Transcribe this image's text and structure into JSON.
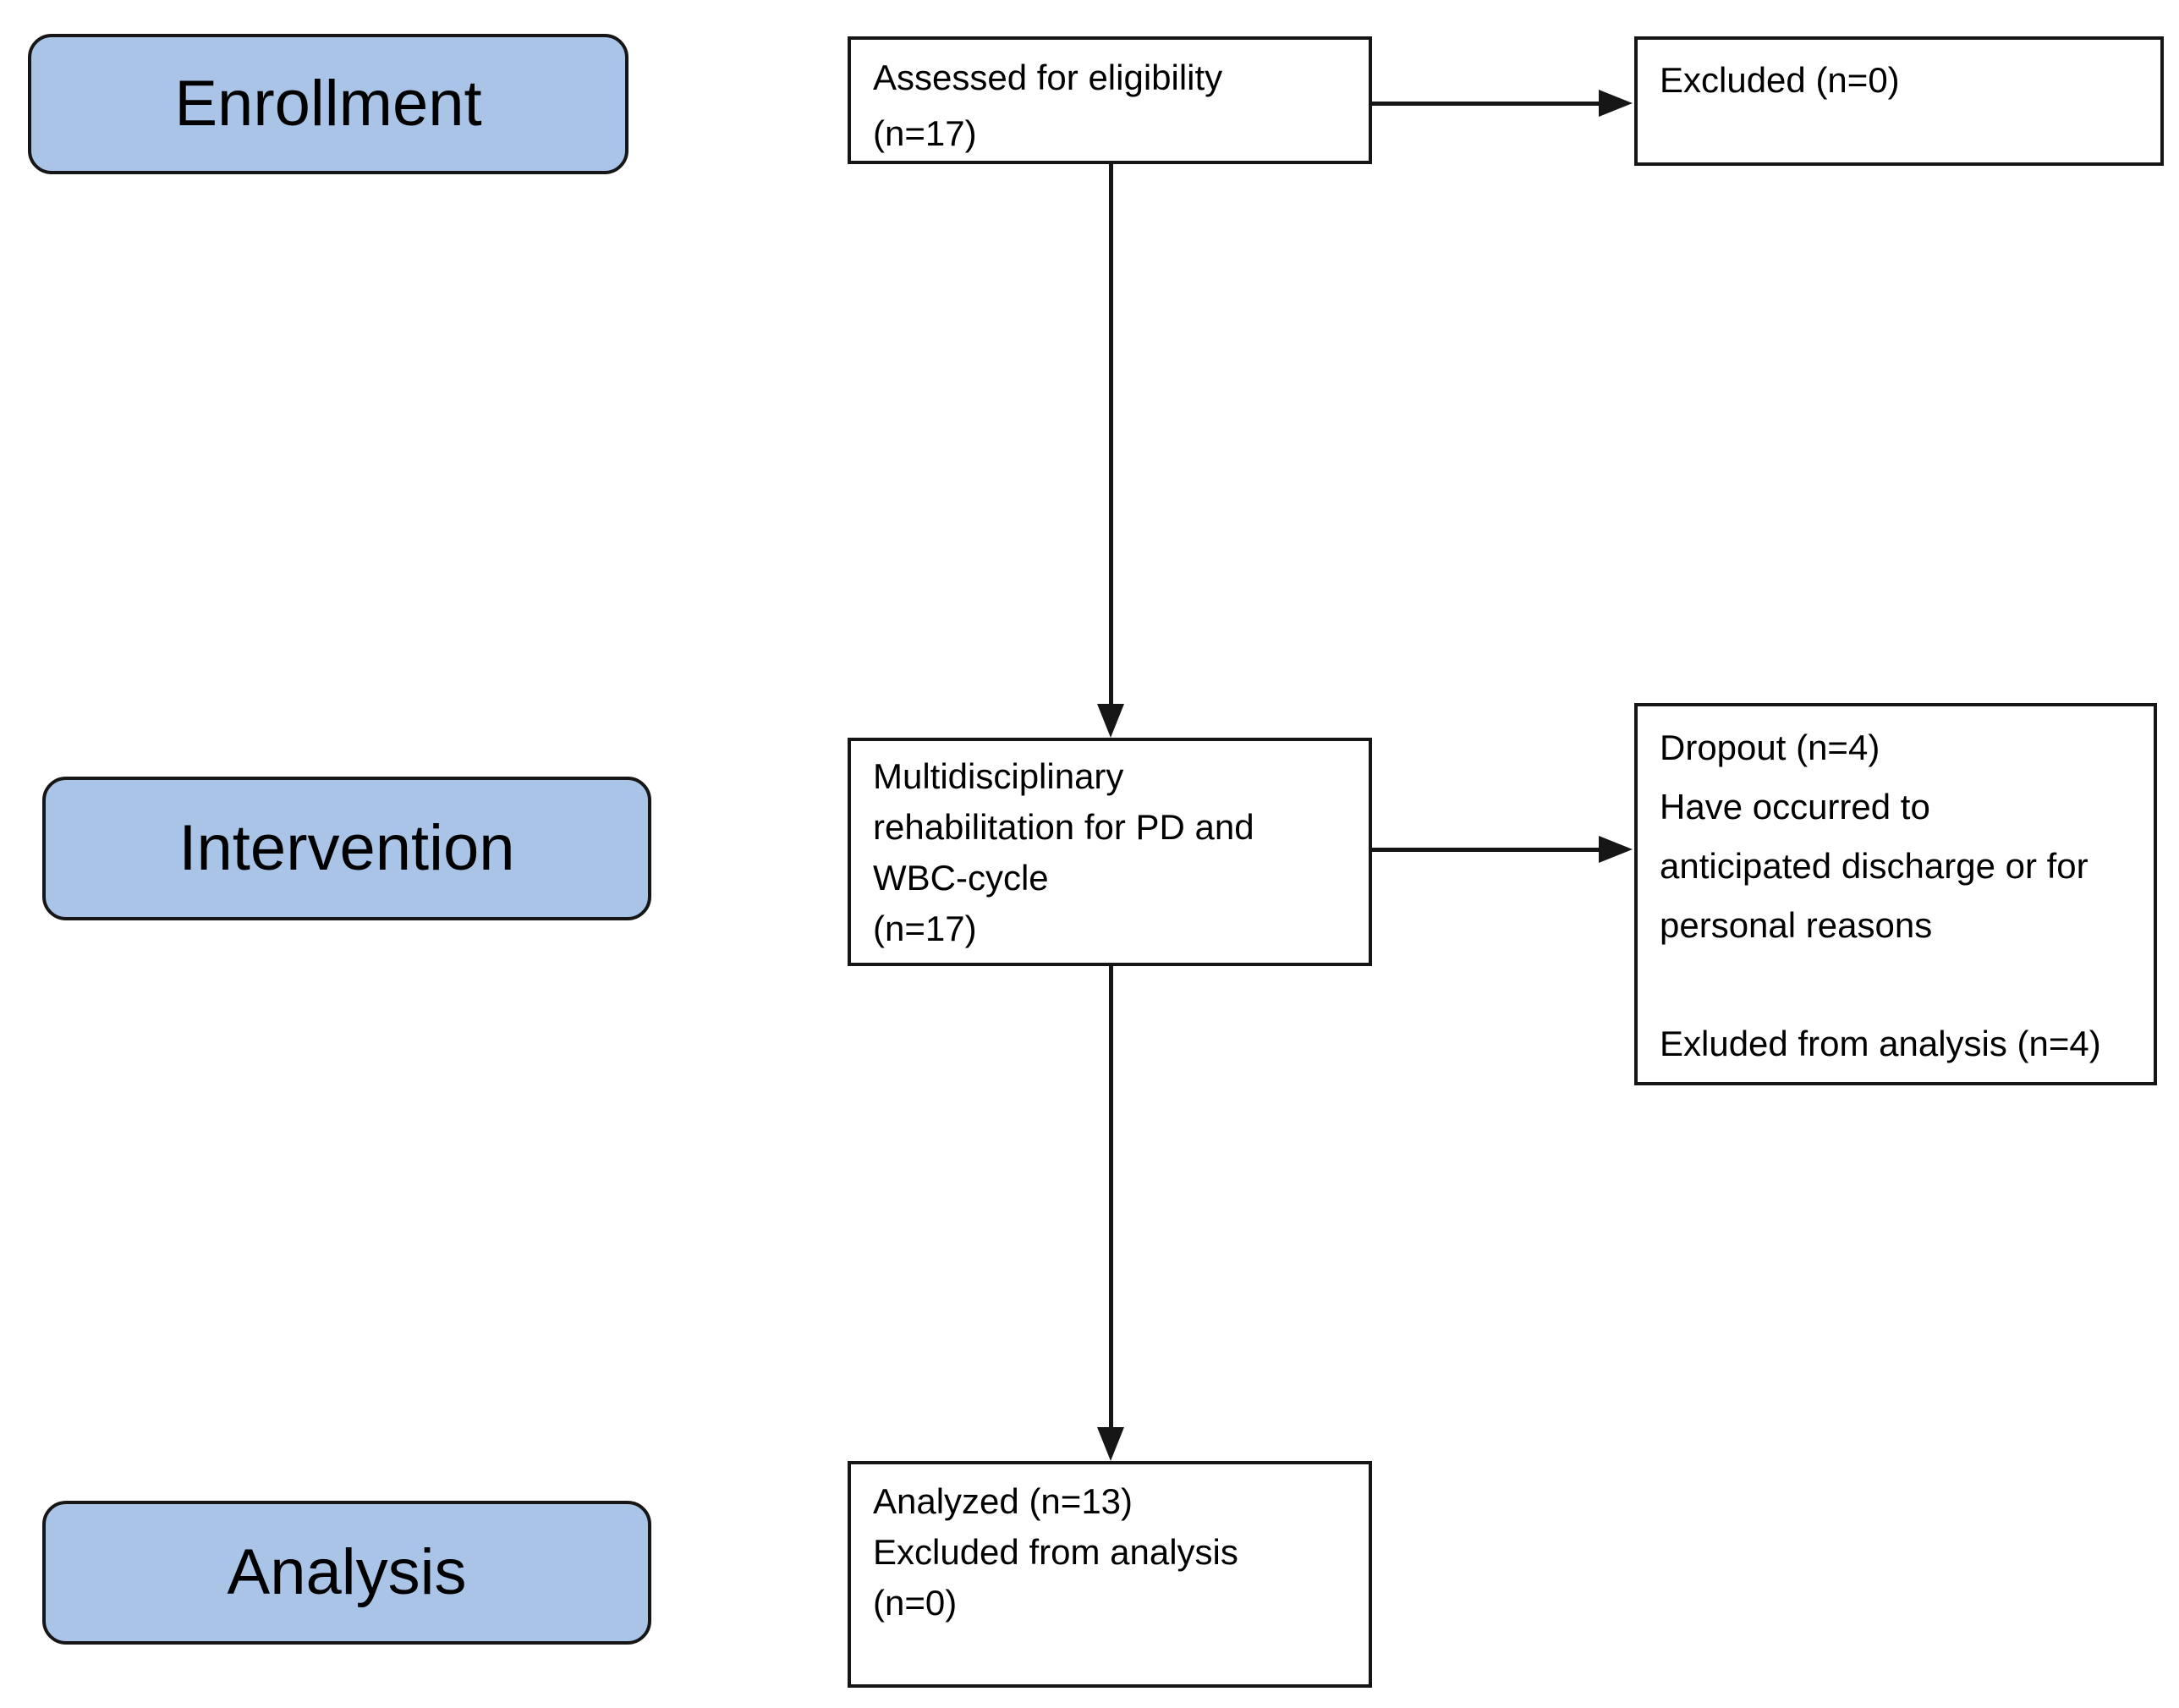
{
  "stages": [
    {
      "label": "Enrollment"
    },
    {
      "label": "Intervention"
    },
    {
      "label": "Analysis"
    }
  ],
  "flow_boxes": {
    "assessed": {
      "lines": [
        "Assessed for eligibility",
        "(n=17)"
      ]
    },
    "excluded": {
      "lines": [
        "Excluded (n=0)"
      ]
    },
    "intervention": {
      "lines": [
        "Multidisciplinary",
        "rehabilitation for PD and",
        "WBC-cycle",
        "(n=17)"
      ]
    },
    "dropout": {
      "paragraph1": [
        "Dropout (n=4)",
        "Have occurred to",
        "anticipated discharge or for",
        "personal reasons"
      ],
      "paragraph2": [
        "Exluded from analysis (n=4)"
      ]
    },
    "analyzed": {
      "lines": [
        "Analyzed (n=13)",
        "Excluded from analysis",
        "(n=0)"
      ]
    }
  },
  "colors": {
    "stage_fill": "#a9c4e6",
    "stage_border": "#161616",
    "box_fill": "#ffffff",
    "box_border": "#161616",
    "arrow": "#161616",
    "text": "#000000"
  }
}
